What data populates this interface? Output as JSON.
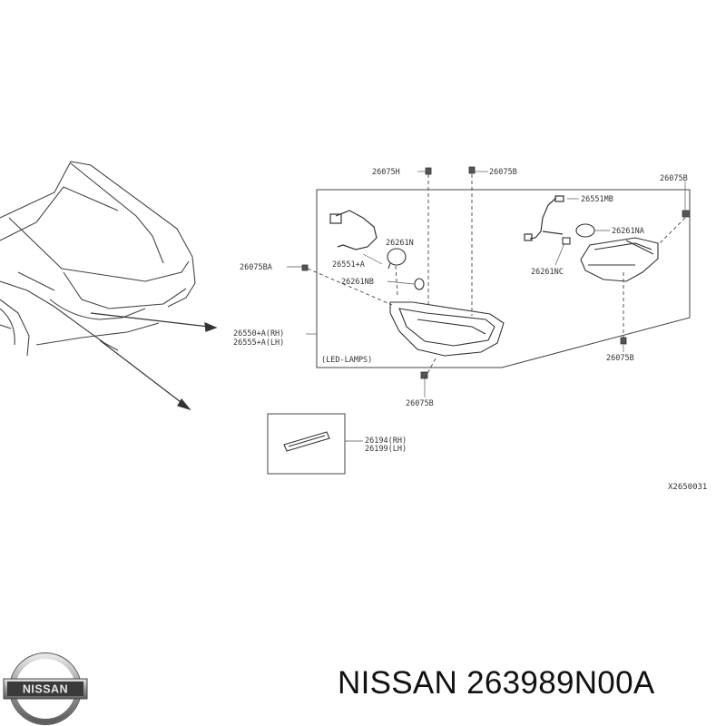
{
  "diagram": {
    "labels": {
      "top_left_clip": "26075H",
      "top_mid_clip": "26075B",
      "top_right_clip": "26075B",
      "harness_left": "26551+A",
      "bulb_left": "26261N",
      "bulb_left_2": "26261NB",
      "screw_left": "26075BA",
      "lamp_rh": "26550+A(RH)",
      "lamp_lh": "26555+A(LH)",
      "led_note": "(LED-LAMPS)",
      "bottom_clip": "26075B",
      "harness_right": "26551MB",
      "bulb_right": "26261NA",
      "socket_right": "26261NC",
      "right_clip_bottom": "26075B",
      "reflector_rh": "26194(RH)",
      "reflector_lh": "26199(LH)",
      "ref_code": "X2650031"
    }
  },
  "footer": {
    "brand_text": "NISSAN 263989N00A",
    "logo_text": "NISSAN"
  }
}
